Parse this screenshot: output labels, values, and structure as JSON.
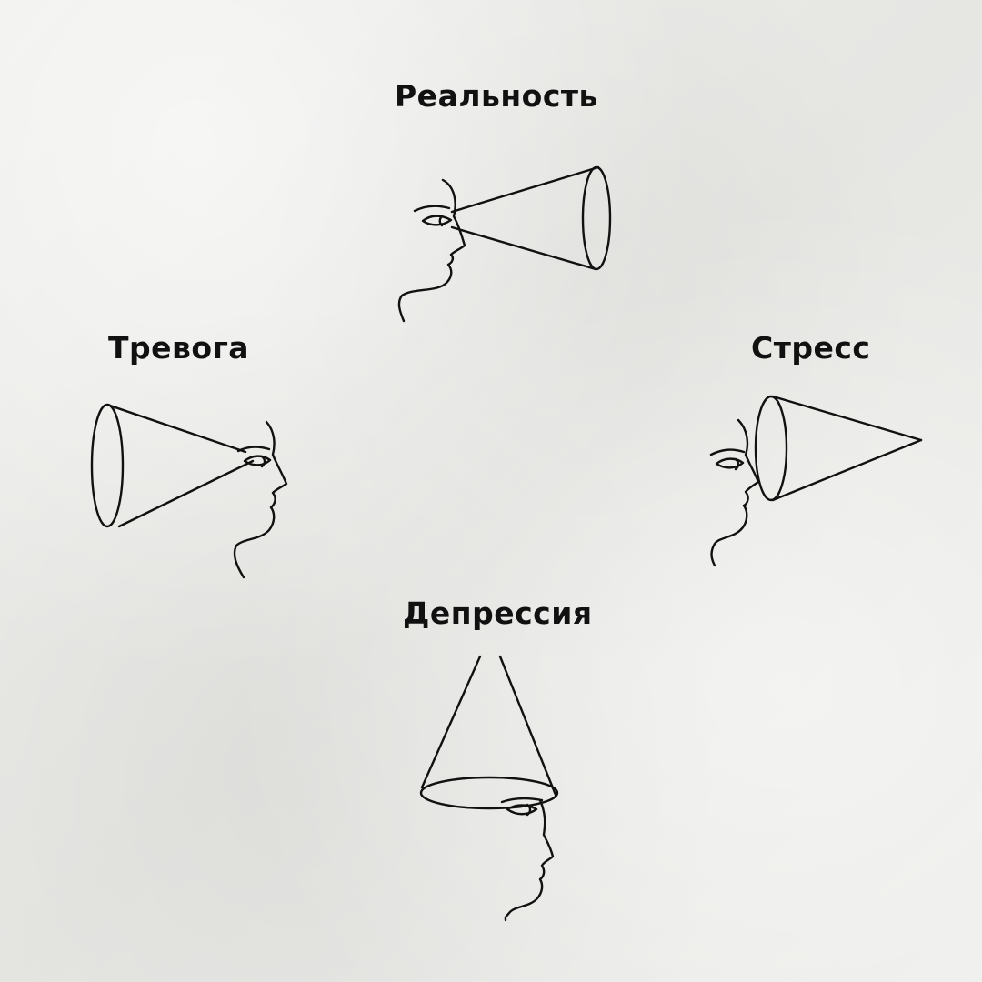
{
  "diagram": {
    "labels": {
      "reality": "Реальность",
      "anxiety": "Тревога",
      "stress": "Стресс",
      "depression": "Депрессия"
    },
    "ink_color": "#111111",
    "paper_color": "#ececea"
  }
}
